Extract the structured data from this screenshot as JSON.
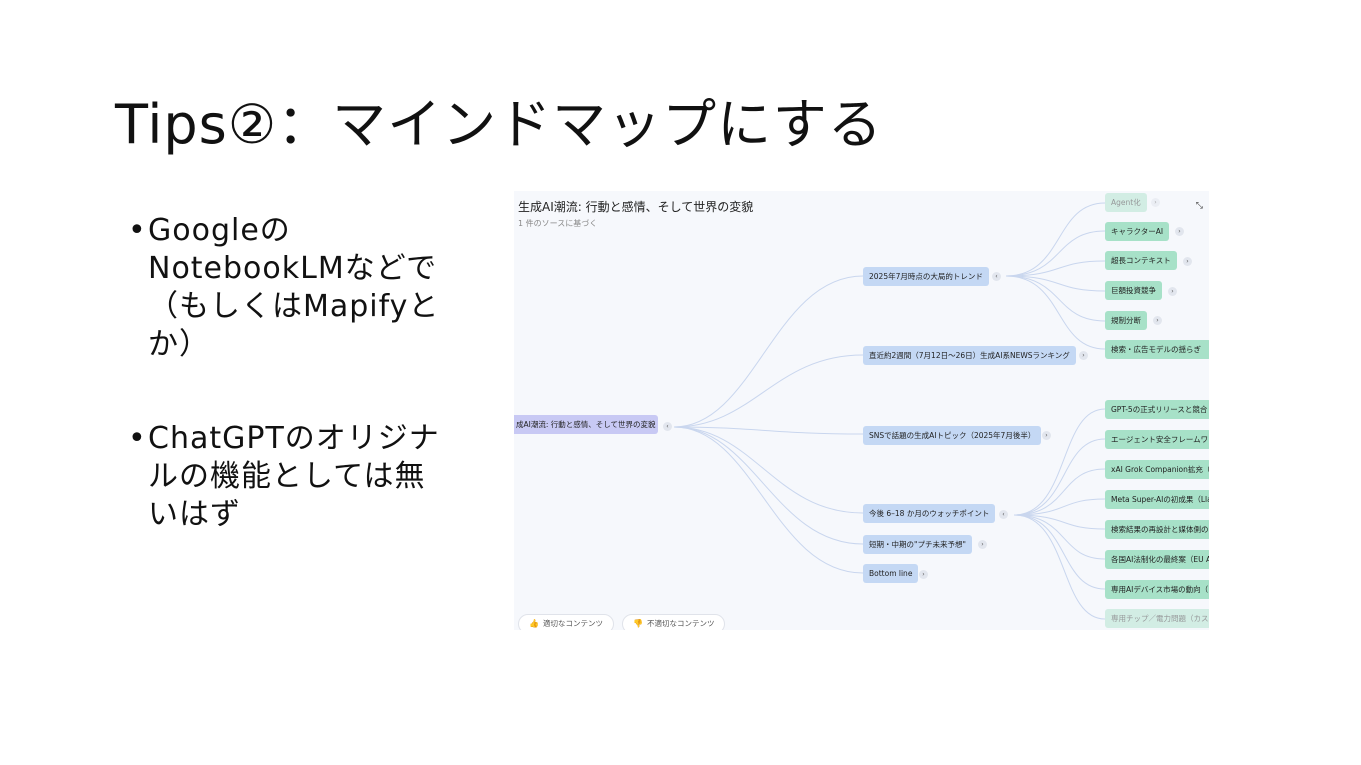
{
  "slide": {
    "title": "Tips②：マインドマップにする",
    "bullets": [
      "GoogleのNotebookLMなどで（もしくはMapifyとか）",
      "ChatGPTのオリジナルの機能としては無いはず"
    ]
  },
  "mindmap": {
    "title": "生成AI潮流: 行動と感情、そして世界の変貌",
    "subtitle": "1 件のソースに基づく",
    "root": "成AI潮流: 行動と感情、そして世界の変貌",
    "branches": [
      "2025年7月時点の大局的トレンド",
      "直近約2週間（7月12日〜26日）生成AI系NEWSランキング",
      "SNSで話題の生成AIトピック（2025年7月後半）",
      "今後 6–18 か月のウォッチポイント",
      "短期・中期の\"プチ未来予想\"",
      "Bottom line"
    ],
    "leaves_top": [
      "Agent化",
      "キャラクターAI",
      "超長コンテキスト",
      "巨額投資競争",
      "規制分断",
      "検索・広告モデルの揺らぎ"
    ],
    "leaves_bottom": [
      "GPT-5の正式リリースと競合",
      "エージェント安全フレームワ",
      "xAI Grok Companion拡充（返",
      "Meta Super-AIの初成果（Llam",
      "検索結果の再設計と媒体側の",
      "各国AI法制化の最終案（EU A",
      "専用AIデバイス市場の動向（",
      "専用チップ／電力問題（カス"
    ],
    "expand_glyph": "›",
    "collapse_glyph": "‹",
    "feedback": {
      "good": "適切なコンテンツ",
      "bad": "不適切なコンテンツ"
    },
    "colors": {
      "root": "#c8c9f4",
      "branch": "#c4d8f4",
      "leaf": "#a7e1c8",
      "link": "#c9d6ee"
    }
  }
}
